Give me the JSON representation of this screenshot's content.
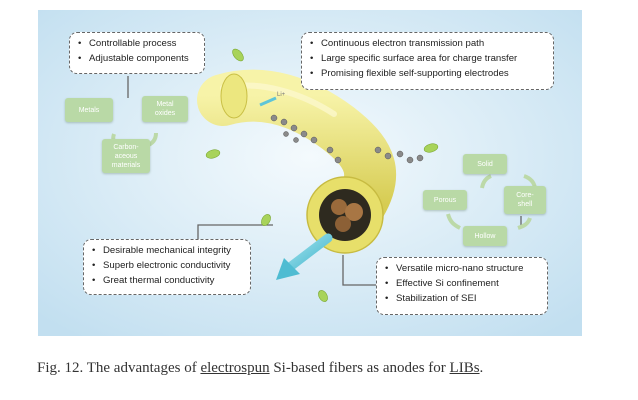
{
  "top_left_box": {
    "items": [
      "Controllable process",
      "Adjustable components"
    ]
  },
  "top_right_box": {
    "items": [
      "Continuous electron transmission path",
      "Large specific surface area for charge transfer",
      "Promising flexible self-supporting electrodes"
    ]
  },
  "bottom_left_box": {
    "items": [
      "Desirable mechanical integrity",
      "Superb electronic conductivity",
      "Great thermal conductivity"
    ]
  },
  "bottom_right_box": {
    "items": [
      "Versatile micro-nano structure",
      "Effective Si confinement",
      "Stabilization of SEI"
    ]
  },
  "components_cycle": {
    "nodes": [
      "Metals",
      "Metal oxides",
      "Carbon-aceous materials"
    ]
  },
  "structures_cycle": {
    "nodes": [
      "Solid",
      "Core-shell",
      "Hollow",
      "Porous"
    ]
  },
  "ion_label": "Li+",
  "caption": {
    "prefix": "Fig. 12. The advantages of ",
    "link1": "electrospun",
    "middle": " Si-based fibers as anodes for ",
    "link2": "LIBs",
    "suffix": "."
  },
  "colors": {
    "background": "#cfe6f4",
    "fiber": "#e8e27a",
    "node": "#b9d9a6",
    "arrow": "#5ec5d8"
  }
}
